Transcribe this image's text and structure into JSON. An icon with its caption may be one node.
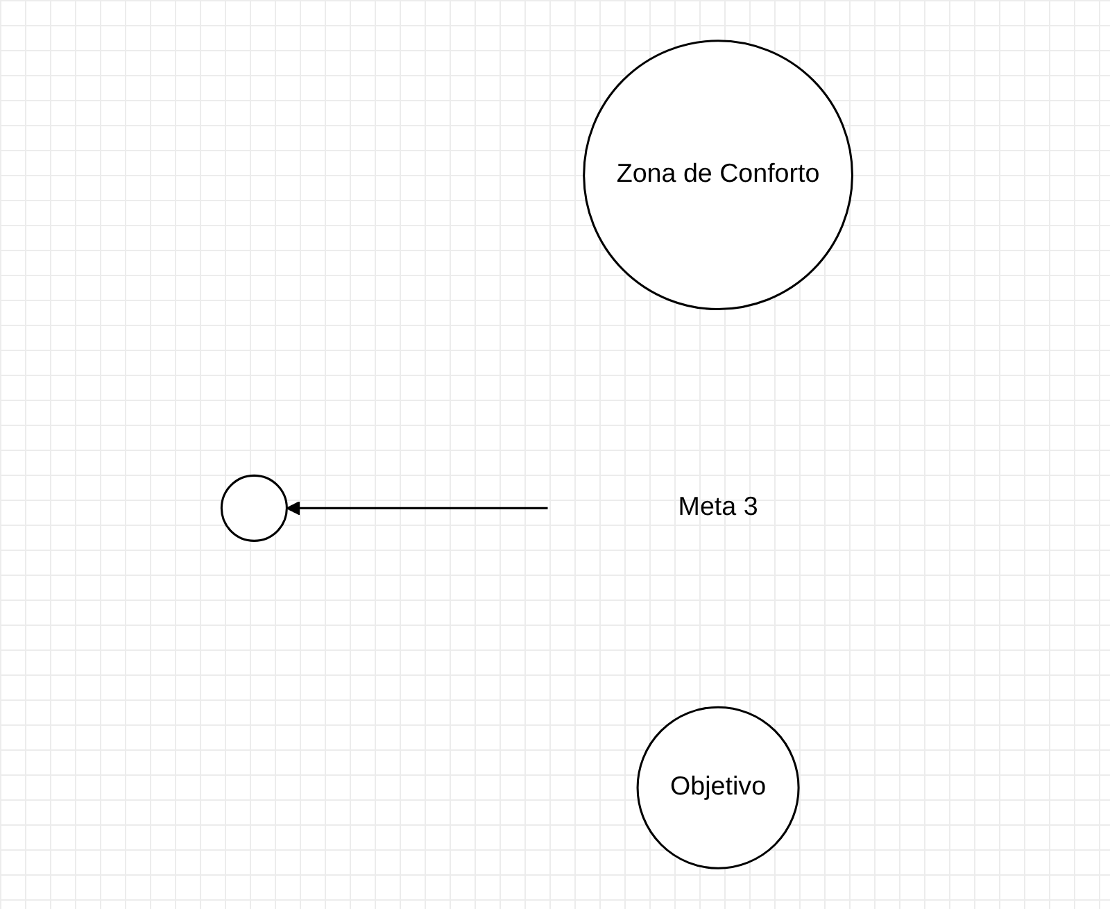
{
  "diagram": {
    "nodes": [
      {
        "text": [
          "Zona de Conforto"
        ]
      },
      {
        "text": [],
        "shape": "circle"
      },
      {
        "text": [
          "Meta 3"
        ]
      },
      {
        "text": [
          "Objetivo"
        ]
      }
    ],
    "edges": [
      {
        "from": 2,
        "to": 1,
        "arrow": "to"
      }
    ]
  }
}
